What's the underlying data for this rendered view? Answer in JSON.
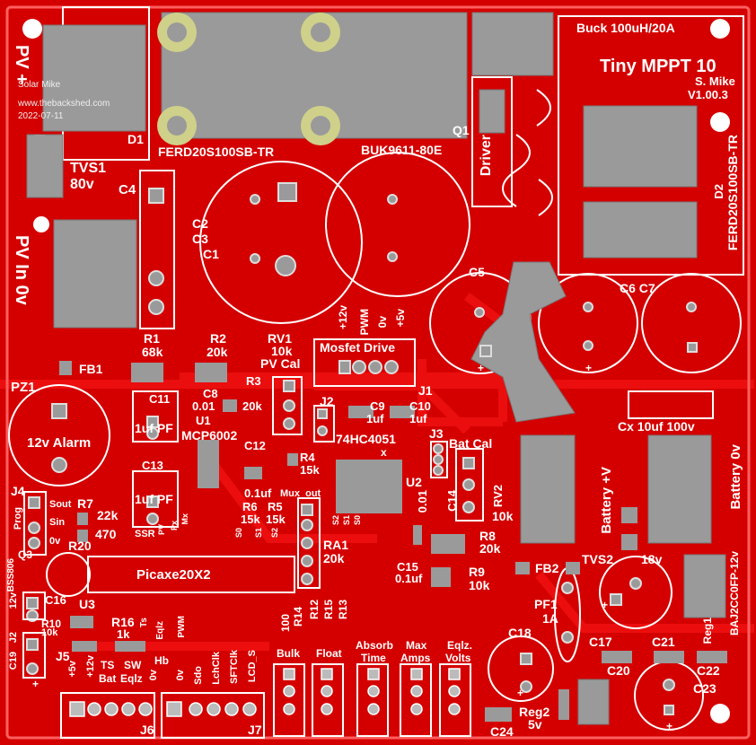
{
  "board": {
    "colors": {
      "board": "#d40000",
      "trace": "#e80000",
      "silk": "#ffffff",
      "pad": "#9a9a9a",
      "copper": "#cfd08a"
    },
    "watermark": {
      "name": "Solar Mike",
      "site": "www.thebackshed.com",
      "date": "2022-07-11"
    },
    "title": {
      "name": "Tiny MPPT 10",
      "author": "S. Mike",
      "version": "V1.00.3"
    },
    "labels": {
      "pv_pos": "PV +",
      "pv_in": "PV In 0v",
      "tvs1": "TVS1",
      "tvs1_v": "80v",
      "d1": "D1",
      "ferd1": "FERD20S100SB-TR",
      "buk": "BUK9611-80E",
      "q1": "Q1",
      "driver": "Driver",
      "buck": "Buck 100uH/20A",
      "d2": "D2",
      "ferd2": "FERD20S100SB-TR",
      "c4": "C4",
      "c2": "C2",
      "c3": "C3",
      "c1": "C1",
      "c5": "C5",
      "c6c7": "C6 C7",
      "r1": "R1",
      "r1v": "68k",
      "r2": "R2",
      "r2v": "20k",
      "rv1": "RV1",
      "rv1v": "10k",
      "pvcal": "PV Cal",
      "fb1": "FB1",
      "mosfet_drive": "Mosfet Drive",
      "md_12v": "+12v",
      "md_pwm": "PWM",
      "md_0v": "0v",
      "md_5v": "+5v",
      "j1": "J1",
      "j2": "J2",
      "pz1": "PZ1",
      "alarm": "12v Alarm",
      "c11": "C11",
      "c11v": "1uf PF",
      "c13": "C13",
      "c13v": "1uf PF",
      "c8": "C8",
      "c8v": "0.01",
      "u1": "U1",
      "r3": "R3",
      "r3v": "20k",
      "mcp": "MCP6002",
      "c12": "C12",
      "c12v": "0.1uf",
      "r4": "R4",
      "r4v": "15k",
      "mux_out": "Mux_out",
      "r6": "R6",
      "r6v": "15k",
      "r5": "R5",
      "r5v": "15k",
      "c9": "C9",
      "c9v": "1uf",
      "c10": "C10",
      "c10v": "1uf",
      "ic74": "74HC4051",
      "x": "x",
      "j3": "J3",
      "batcal": "Bat Cal",
      "cx": "Cx 10uf 100v",
      "bat_pos": "Battery +V",
      "bat_0v": "Battery 0v",
      "u2": "U2",
      "c14": "C14",
      "c14v": "0.01",
      "rv2": "RV2",
      "rv2v": "10k",
      "r8": "R8",
      "r8v": "20k",
      "c15": "C15",
      "c15v": "0.1uf",
      "r9": "R9",
      "r9v": "10k",
      "fb2": "FB2",
      "tvs2": "TVS2",
      "tvs2v": "18v",
      "baj": "BAJ2CC0FP-12v",
      "reg1": "Reg1",
      "pf1": "PF1",
      "pf1v": "1A",
      "j4": "J4",
      "prog": "Prog",
      "sout": "Sout",
      "sin": "Sin",
      "zero_v": "0v",
      "r7": "R7",
      "r7v": "22k",
      "r20": "R20",
      "r20v": "470",
      "ssr": "SSR",
      "ra1": "RA1",
      "ra1v": "20k",
      "picaxe": "Picaxe20X2",
      "q3": "Q3",
      "bss": "BSS806",
      "c16": "C16",
      "u3": "U3",
      "r10": "R10",
      "r10v": "10k",
      "r16": "R16",
      "r16v": "1k",
      "r14": "R14",
      "r12": "R12",
      "r15": "R15",
      "r13": "R13",
      "j2b": "J2",
      "c19": "C19",
      "c19v": "12v",
      "c18": "C18",
      "c17": "C17",
      "c21": "C21",
      "c20": "C20",
      "c22": "C22",
      "c23": "C23",
      "c24": "C24",
      "reg2": "Reg2",
      "reg2v": "5v",
      "j5": "J5",
      "j6": "J6",
      "j7": "J7",
      "ts": "TS",
      "sw": "SW",
      "hb": "Hb",
      "eqlz": "Eqlz",
      "ts2": "Ts",
      "pwm2": "PWM",
      "j6_5v": "+5v",
      "j6_12v": "+12v",
      "j6_bat": "Bat",
      "j6_eqlz": "Eqlz",
      "j6_0v": "0v",
      "j7_0v": "0v",
      "sdo": "Sdo",
      "lchclk": "LchClk",
      "sftclk": "SFTClk",
      "lcd": "LCD_S",
      "bulk": "Bulk",
      "float": "Float",
      "absorb": "Absorb",
      "time": "Time",
      "max": "Max",
      "amps": "Amps",
      "eqlzb": "Eqlz.",
      "volts": "Volts",
      "s0": "S0",
      "s1": "S1",
      "s2": "S2",
      "pv": "PV",
      "px": "Px",
      "mx": "Mx",
      "s2b": "S2",
      "s1b": "S1",
      "s0b": "S0",
      "hundred": "100",
      "minus": "-",
      "plus": "+"
    }
  }
}
